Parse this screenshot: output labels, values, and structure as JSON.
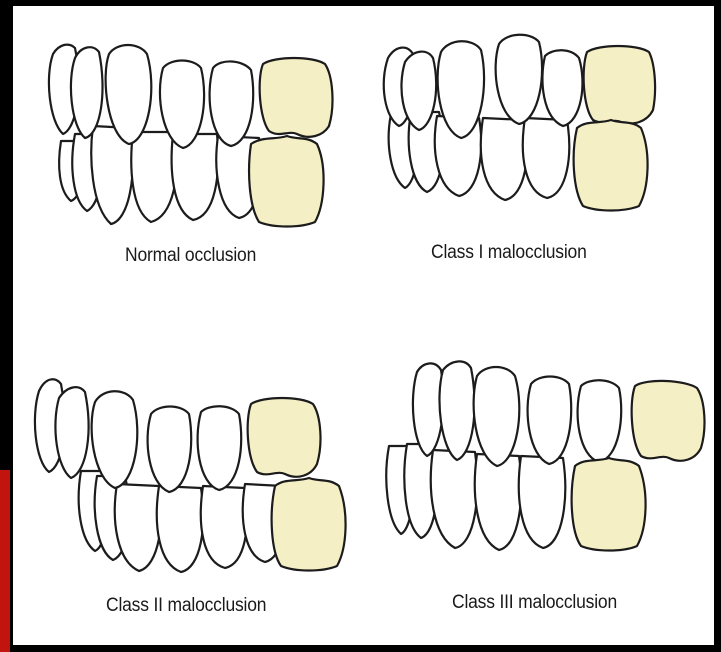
{
  "captions": {
    "normal": "Normal occlusion",
    "class1": "Class I malocclusion",
    "class2": "Class II malocclusion",
    "class3": "Class III malocclusion"
  },
  "colors": {
    "background": "#000000",
    "panel": "#ffffff",
    "tooth_outline": "#1c1c1c",
    "tooth_fill": "#ffffff",
    "highlight_molar": "#f4efc4",
    "accent_strip": "#c2140f"
  }
}
